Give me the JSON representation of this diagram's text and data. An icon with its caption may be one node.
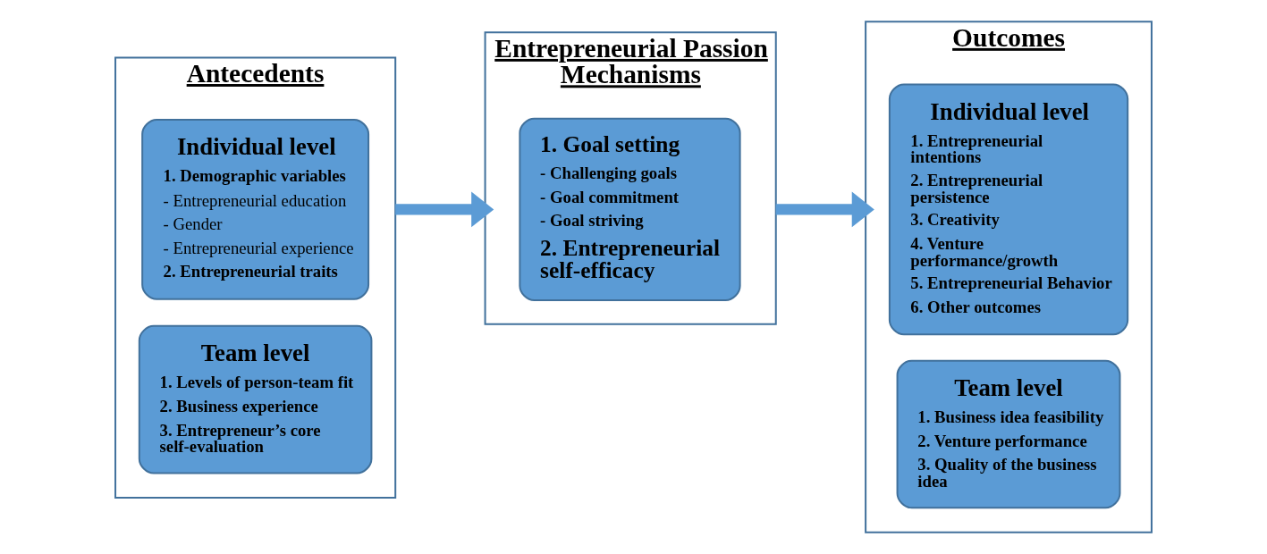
{
  "diagram": {
    "nodes": [
      {
        "text": [
          "Antecedents"
        ]
      },
      {
        "text": [
          "Individual level",
          "1. Demographic variables",
          "- Entrepreneurial education",
          "- Gender",
          "- Entrepreneurial experience",
          "2. Entrepreneurial traits"
        ],
        "in": 0
      },
      {
        "text": [
          "Team level",
          "1. Levels of person-team fit",
          "2. Business experience",
          "3. Entrepreneur’s core self-evaluation"
        ],
        "in": 0
      },
      {
        "text": [
          "Entrepreneurial Passion Mechanisms"
        ]
      },
      {
        "text": [
          "1. Goal setting",
          "- Challenging goals",
          "- Goal commitment",
          "- Goal striving",
          "2. Entrepreneurial self-efficacy"
        ],
        "in": 3
      },
      {
        "text": [
          "Outcomes"
        ]
      },
      {
        "text": [
          "Individual level",
          "1. Entrepreneurial intentions",
          "2. Entrepreneurial persistence",
          "3. Creativity",
          "4. Venture performance/growth",
          "5. Entrepreneurial Behavior",
          "6. Other outcomes"
        ],
        "in": 5
      },
      {
        "text": [
          "Team level",
          "1. Business idea feasibility",
          "2. Venture performance",
          "3. Quality of the business idea"
        ],
        "in": 5
      }
    ],
    "edges": [
      {
        "from": 0,
        "to": 3,
        "arrow": "to"
      },
      {
        "from": 3,
        "to": 5,
        "arrow": "to"
      }
    ]
  }
}
